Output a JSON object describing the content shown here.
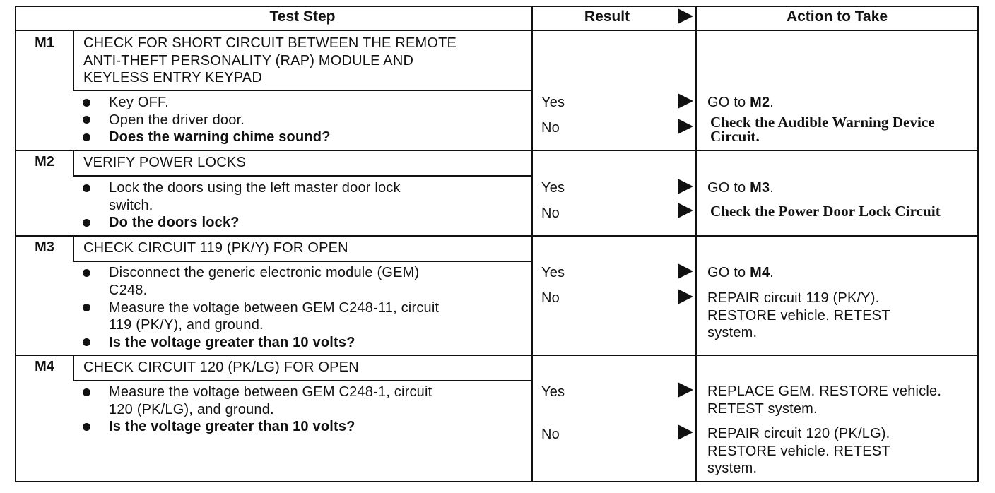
{
  "header": {
    "test_step": "Test Step",
    "result": "Result",
    "action": "Action to Take"
  },
  "steps": [
    {
      "id": "M1",
      "title": [
        "CHECK FOR SHORT CIRCUIT BETWEEN THE REMOTE",
        "ANTI-THEFT PERSONALITY (RAP) MODULE AND",
        "KEYLESS ENTRY KEYPAD"
      ],
      "bullets": [
        {
          "lines": [
            "Key OFF."
          ]
        },
        {
          "lines": [
            "Open the driver door."
          ]
        },
        {
          "lines": [
            "Does the warning chime sound?"
          ],
          "bold": true
        }
      ],
      "yes": {
        "label": "Yes",
        "action_pre": "GO to ",
        "action_bold": "M2",
        "action_post": "."
      },
      "no": {
        "label": "No",
        "action_lines": [
          "Check the Audible Warning Device",
          "Circuit."
        ]
      }
    },
    {
      "id": "M2",
      "title": [
        "VERIFY POWER LOCKS"
      ],
      "bullets": [
        {
          "lines": [
            "Lock the doors using the left master door lock",
            "switch."
          ]
        },
        {
          "lines": [
            "Do the doors lock?"
          ],
          "bold": true
        }
      ],
      "yes": {
        "label": "Yes",
        "action_pre": "GO to ",
        "action_bold": "M3",
        "action_post": "."
      },
      "no": {
        "label": "No",
        "action_lines": [
          "Check the Power Door Lock Circuit"
        ]
      }
    },
    {
      "id": "M3",
      "title": [
        "CHECK CIRCUIT 119 (PK/Y) FOR OPEN"
      ],
      "bullets": [
        {
          "lines": [
            "Disconnect the generic electronic module (GEM)",
            "C248."
          ]
        },
        {
          "lines": [
            "Measure the voltage between GEM C248-11, circuit",
            "119 (PK/Y), and ground."
          ]
        },
        {
          "lines": [
            "Is the voltage greater than 10 volts?"
          ],
          "bold": true
        }
      ],
      "yes": {
        "label": "Yes",
        "action_pre": "GO to ",
        "action_bold": "M4",
        "action_post": "."
      },
      "no": {
        "label": "No",
        "action_lines": [
          "REPAIR circuit 119 (PK/Y).",
          "RESTORE vehicle. RETEST",
          "system."
        ]
      }
    },
    {
      "id": "M4",
      "title": [
        "CHECK CIRCUIT 120 (PK/LG) FOR OPEN"
      ],
      "bullets": [
        {
          "lines": [
            "Measure the voltage between GEM C248-1, circuit",
            "120 (PK/LG), and ground."
          ]
        },
        {
          "lines": [
            "Is the voltage greater than 10 volts?"
          ],
          "bold": true
        }
      ],
      "yes": {
        "label": "Yes",
        "action_lines": [
          "REPLACE GEM. RESTORE vehicle.",
          "RETEST system."
        ]
      },
      "no": {
        "label": "No",
        "action_lines": [
          "REPAIR circuit 120 (PK/LG).",
          "RESTORE vehicle. RETEST",
          "system."
        ]
      }
    }
  ]
}
